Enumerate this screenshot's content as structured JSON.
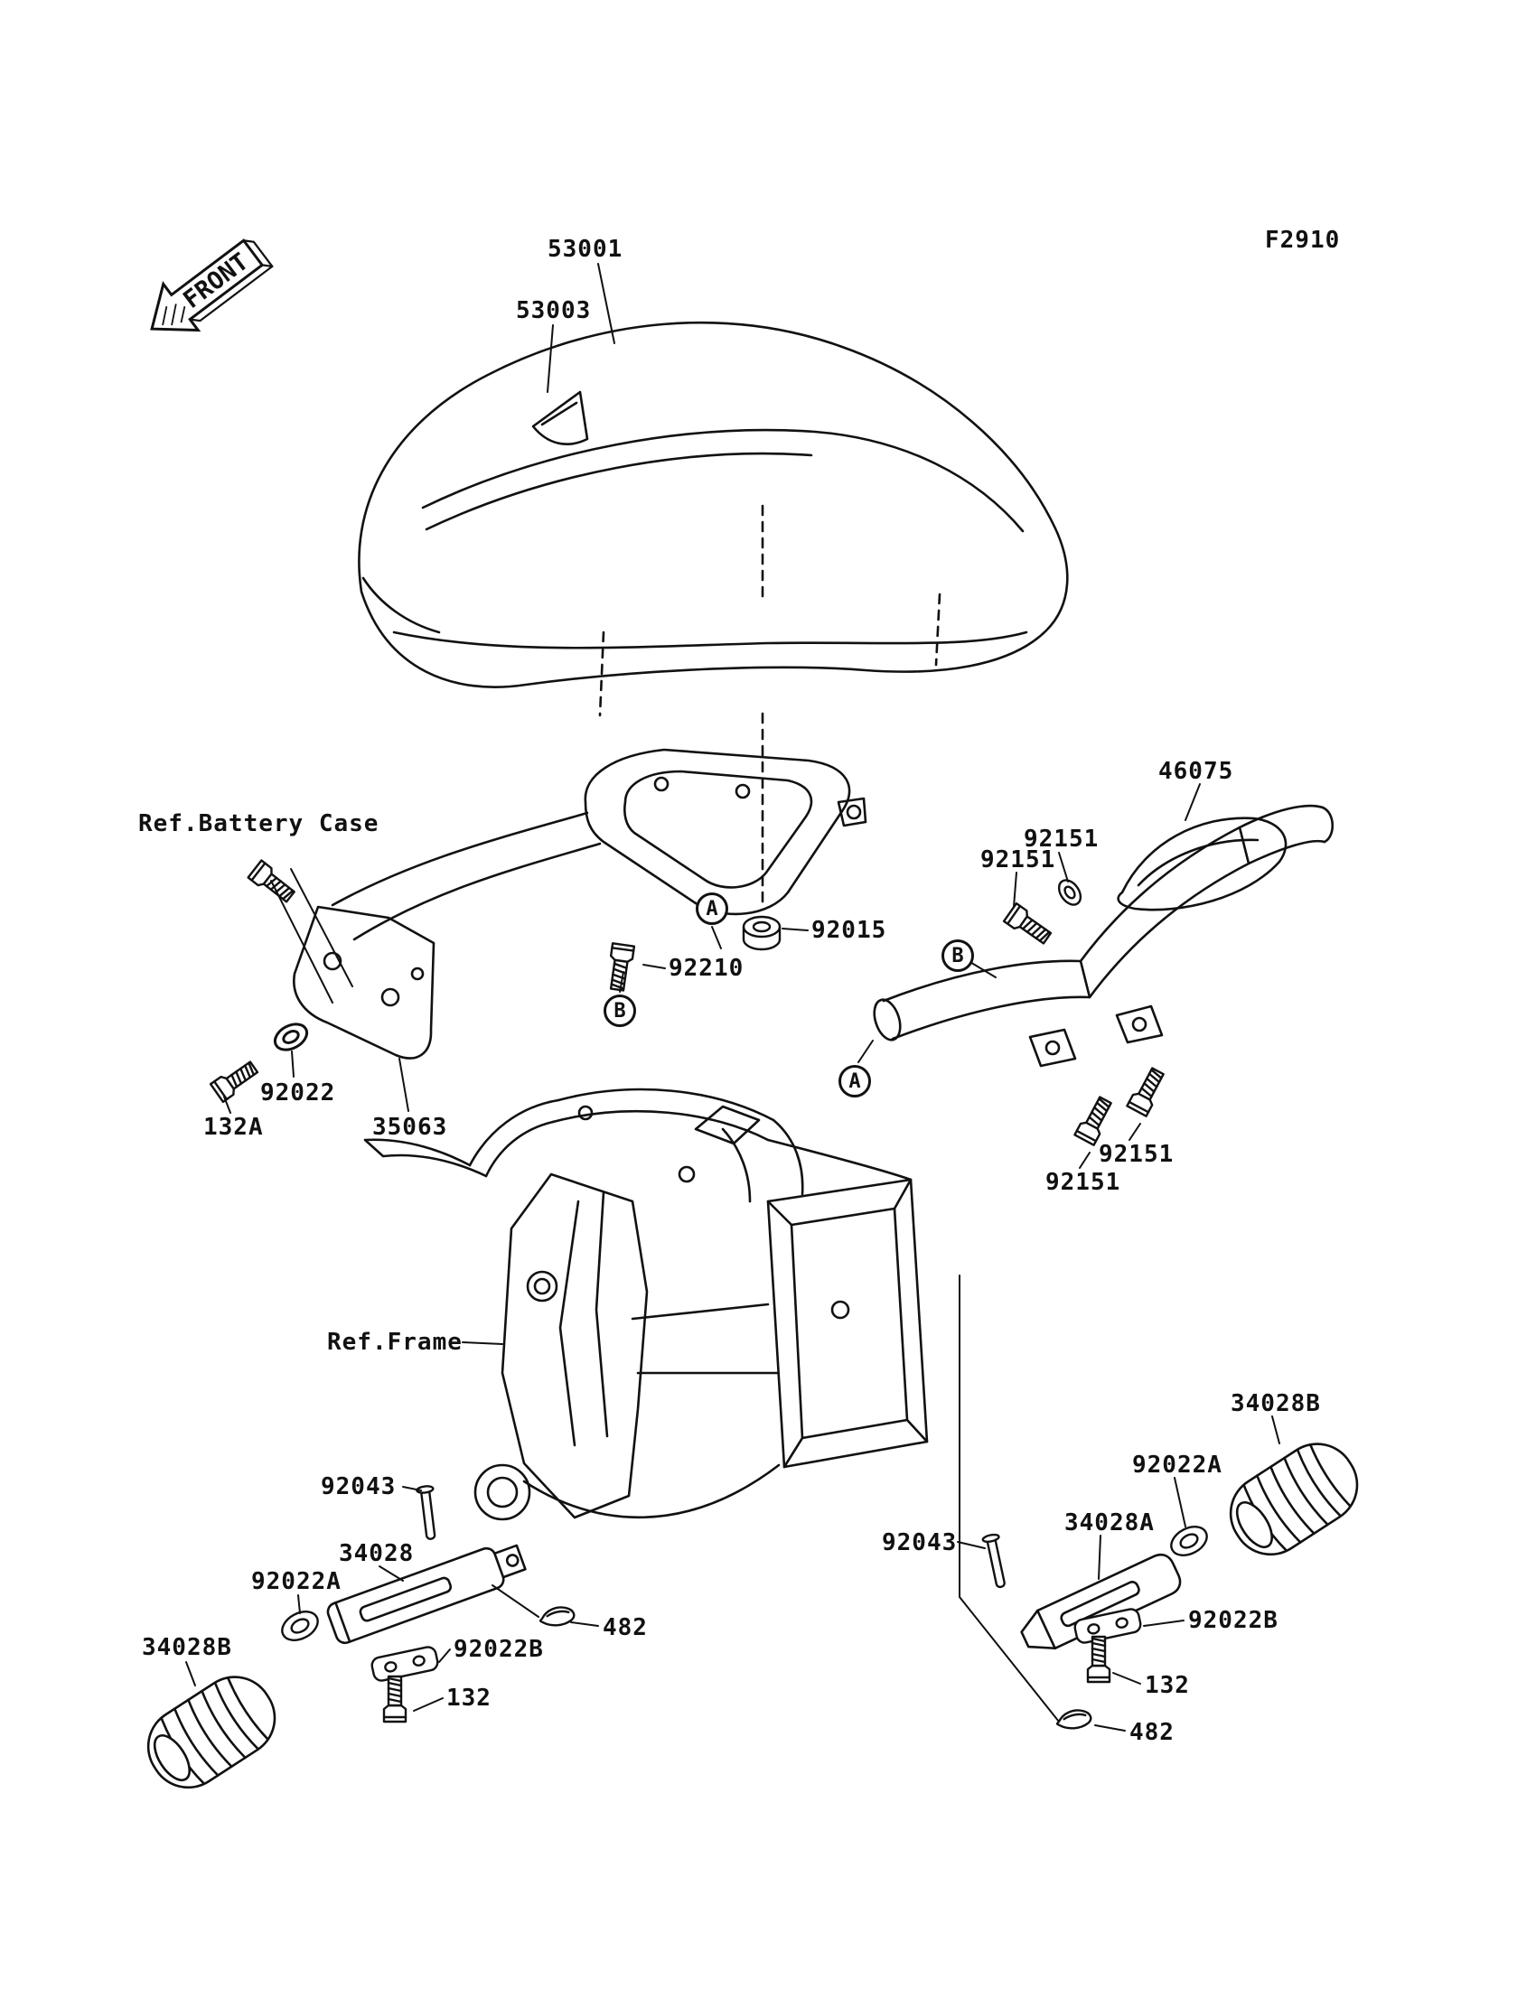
{
  "figure": {
    "code": "F2910",
    "front_label": "FRONT"
  },
  "callouts": {
    "a": "A",
    "b": "B"
  },
  "parts": {
    "p53001": "53001",
    "p53003": "53003",
    "p46075": "46075",
    "p92151": "92151",
    "p92015": "92015",
    "p92210": "92210",
    "p92022": "92022",
    "p132a": "132A",
    "p35063": "35063",
    "p92043": "92043",
    "p34028": "34028",
    "p34028a": "34028A",
    "p34028b": "34028B",
    "p92022a": "92022A",
    "p92022b": "92022B",
    "p132": "132",
    "p482": "482"
  },
  "refs": {
    "battery_case": "Ref.Battery Case",
    "frame": "Ref.Frame"
  }
}
